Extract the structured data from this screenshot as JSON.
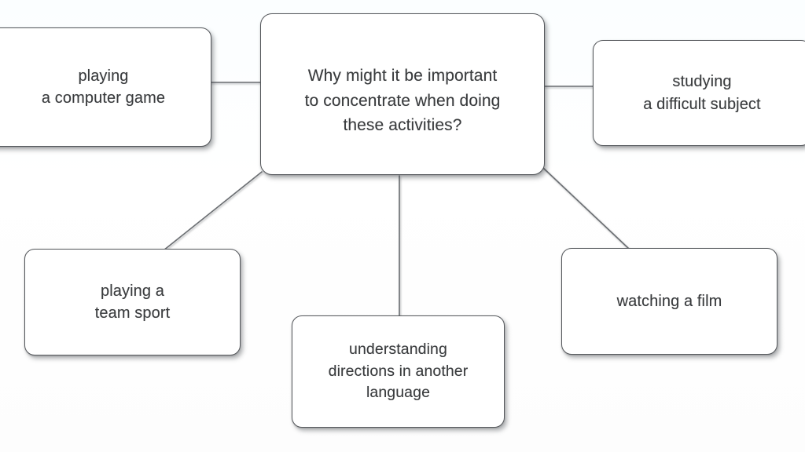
{
  "diagram": {
    "type": "mind-map",
    "background_color": "#fdfeff",
    "box_fill_color": "#ffffff",
    "box_border_color": "#55585c",
    "text_color": "#393b3d",
    "connector_color": "#6b6e72",
    "center": {
      "id": "center",
      "label": "Why might it be important\nto concentrate when doing\nthese activities?"
    },
    "branches": [
      {
        "id": "computer-game",
        "label": "playing\na computer game"
      },
      {
        "id": "difficult-subject",
        "label": "studying\na difficult subject"
      },
      {
        "id": "team-sport",
        "label": "playing a\nteam sport"
      },
      {
        "id": "directions",
        "label": "understanding\ndirections in another\nlanguage"
      },
      {
        "id": "watching-film",
        "label": "watching a film"
      }
    ],
    "connectors": [
      {
        "from": "center",
        "to": "computer-game",
        "style": "horizontal"
      },
      {
        "from": "center",
        "to": "difficult-subject",
        "style": "horizontal"
      },
      {
        "from": "center",
        "to": "team-sport",
        "style": "diagonal"
      },
      {
        "from": "center",
        "to": "directions",
        "style": "vertical"
      },
      {
        "from": "center",
        "to": "watching-film",
        "style": "diagonal"
      }
    ]
  }
}
